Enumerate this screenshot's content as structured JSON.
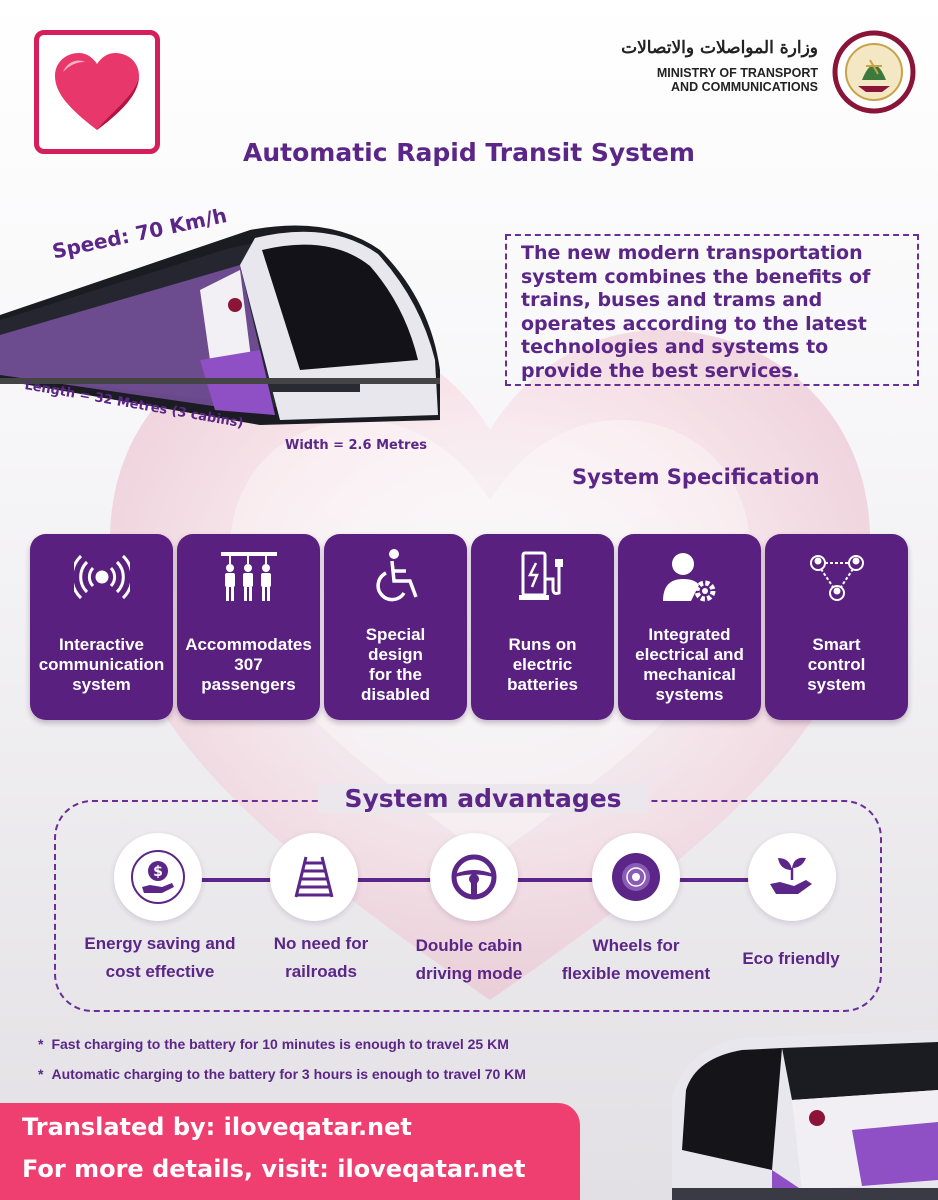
{
  "header": {
    "ministry_arabic": "وزارة المواصلات والاتصالات",
    "ministry_english_line1": "MINISTRY OF TRANSPORT",
    "ministry_english_line2": "AND COMMUNICATIONS",
    "logo_icon": "heart-icon",
    "emblem_icon": "qatar-state-emblem"
  },
  "title": "Automatic Rapid Transit System",
  "tram": {
    "speed": "Speed: 70 Km/h",
    "length": "Length = 32 Metres (3 cabins)",
    "width": "Width = 2.6 Metres"
  },
  "description": "The new modern transportation system combines the benefits of trains, buses and trams and operates according to the latest technologies and systems to provide the best services.",
  "specification": {
    "heading": "System Specification",
    "items": [
      {
        "label": "Interactive\ncommunication\nsystem",
        "icon": "wireless-signal-icon"
      },
      {
        "label": "Accommodates\n307\npassengers",
        "icon": "standing-passengers-icon"
      },
      {
        "label": "Special\ndesign\nfor the\ndisabled",
        "icon": "wheelchair-icon"
      },
      {
        "label": "Runs on\nelectric\nbatteries",
        "icon": "charging-station-icon"
      },
      {
        "label": "Integrated\nelectrical and\nmechanical\nsystems",
        "icon": "user-gear-icon"
      },
      {
        "label": "Smart\ncontrol\nsystem",
        "icon": "network-nodes-icon"
      }
    ]
  },
  "advantages": {
    "heading": "System advantages",
    "items": [
      {
        "label": "Energy saving and\ncost effective",
        "icon": "money-hand-icon"
      },
      {
        "label": "No need for\nrailroads",
        "icon": "railroad-track-icon"
      },
      {
        "label": "Double cabin\ndriving mode",
        "icon": "steering-wheel-icon"
      },
      {
        "label": "Wheels for\nflexible movement",
        "icon": "wheel-icon"
      },
      {
        "label": "Eco friendly",
        "icon": "plant-hand-icon"
      }
    ]
  },
  "notes": [
    "Fast charging to the battery for 10 minutes is enough to travel 25 KM",
    "Automatic charging to the battery for 3 hours is enough to travel 70 KM"
  ],
  "note_bullet": "*",
  "banner": {
    "line1": "Translated by: iloveqatar.net",
    "line2": "For more details, visit: iloveqatar.net"
  },
  "colors": {
    "purple": "#59207f",
    "pink": "#ef3f70",
    "logo_red": "#d41f5a"
  }
}
